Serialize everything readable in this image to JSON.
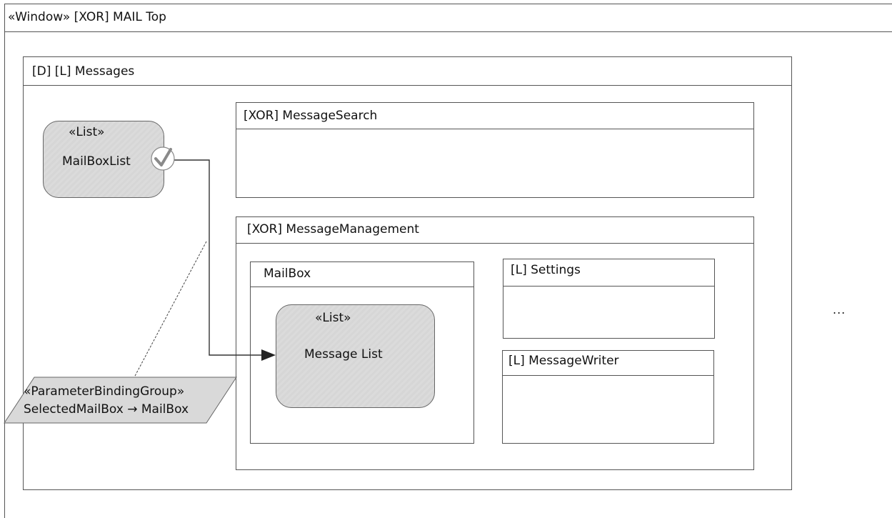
{
  "window": {
    "title": "«Window» [XOR] MAIL Top"
  },
  "messages": {
    "title": "[D] [L] Messages"
  },
  "message_search": {
    "title": "[XOR] MessageSearch"
  },
  "message_management": {
    "title": "[XOR] MessageManagement"
  },
  "mailbox": {
    "title": "MailBox"
  },
  "settings": {
    "title": "[L] Settings"
  },
  "message_writer": {
    "title": "[L] MessageWriter"
  },
  "mailbox_list": {
    "stereotype": "«List»",
    "name": "MailBoxList"
  },
  "message_list": {
    "stereotype": "«List»",
    "name": "Message List"
  },
  "parameter_binding": {
    "stereotype": "«ParameterBindingGroup»",
    "binding": "SelectedMailBox → MailBox"
  },
  "more": {
    "text": "..."
  },
  "colors": {
    "border": "#555555",
    "node_fill": "#d8d8d8",
    "edge": "#333333"
  }
}
